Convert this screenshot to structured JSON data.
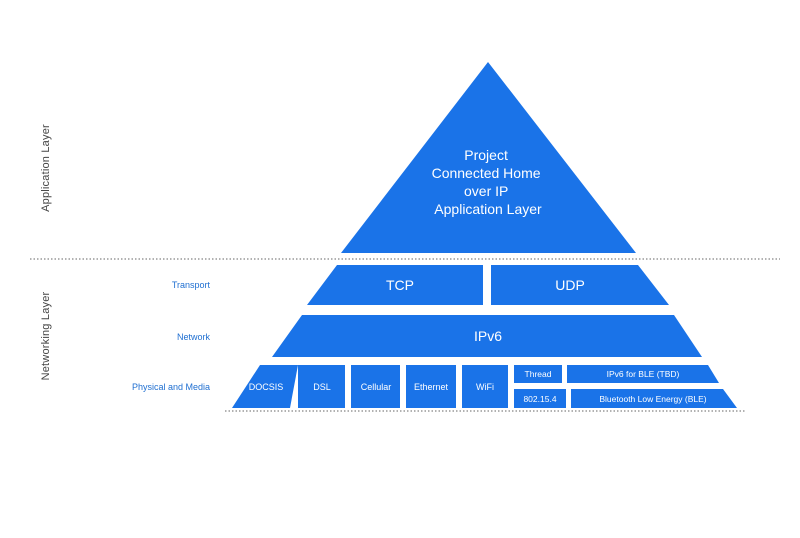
{
  "colors": {
    "block": "#1a73e8",
    "text_on_block": "#ffffff",
    "label": "#1f6fd1",
    "side_label": "#444444",
    "divider": "#666666"
  },
  "side_labels": {
    "application": "Application Layer",
    "networking": "Networking Layer"
  },
  "tier_labels": {
    "transport": "Transport",
    "network": "Network",
    "physical": "Physical and Media"
  },
  "application": {
    "lines": [
      "Project",
      "Connected Home",
      "over IP",
      "Application Layer"
    ]
  },
  "transport": {
    "tcp": "TCP",
    "udp": "UDP"
  },
  "network": {
    "ipv6": "IPv6"
  },
  "physical": {
    "docsis": "DOCSIS",
    "dsl": "DSL",
    "cellular": "Cellular",
    "ethernet": "Ethernet",
    "wifi": "WiFi",
    "thread": "Thread",
    "ieee": "802.15.4",
    "ipv6_ble": "IPv6 for BLE (TBD)",
    "ble": "Bluetooth Low Energy (BLE)"
  }
}
